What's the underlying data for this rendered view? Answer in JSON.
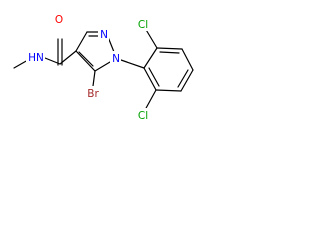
{
  "structure": {
    "atom_labels": {
      "amide_oxygen": "O",
      "amide_nitrogen": "HN",
      "ring_n2": "N",
      "ring_n1": "N",
      "bromine": "Br",
      "chlorine_upper": "Cl",
      "chlorine_lower": "Cl"
    }
  },
  "colors": {
    "oxygen": "#ff0000",
    "nitrogen": "#0000ff",
    "bromine": "#a52a2a",
    "chlorine": "#00a000",
    "bond": "#000000"
  }
}
